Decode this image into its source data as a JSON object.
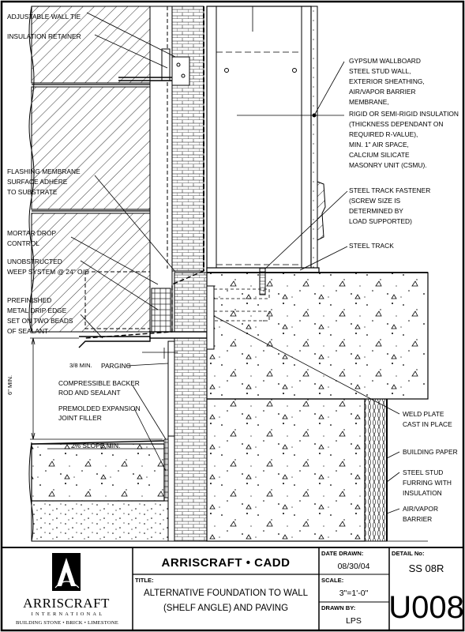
{
  "labels_left": [
    "ADJUSTABLE WALL TIE",
    "INSULATION RETAINER",
    "FLASHING MEMBRANE",
    "SURFACE ADHERE",
    "TO SUBSTRATE",
    "MORTAR DROP",
    "CONTROL",
    "UNOBSTRUCTED",
    "WEEP SYSTEM @ 24\" O/C",
    "PREFINISHED",
    "METAL DRIP EDGE",
    "SET ON TWO BEADS",
    "OF SEALANT",
    "PARGING",
    "COMPRESSIBLE BACKER",
    "ROD AND SEALANT",
    "PREMOLDED EXPANSION",
    "JOINT FILLER"
  ],
  "labels_right": [
    "GYPSUM WALLBOARD",
    "STEEL STUD WALL,",
    "EXTERIOR SHEATHING,",
    "AIR/VAPOR BARRIER",
    "MEMBRANE,",
    "RIGID OR SEMI-RIGID INSULATION",
    "(THICKNESS DEPENDANT ON",
    "REQUIRED R-VALUE),",
    "MIN. 1\" AIR SPACE,",
    "CALCIUM SILICATE",
    "MASONRY UNIT (CSMU).",
    "STEEL TRACK FASTENER",
    "(SCREW SIZE IS",
    "DETERMINED BY",
    "LOAD SUPPORTED)",
    "STEEL TRACK",
    "WELD PLATE",
    "CAST IN PLACE",
    "BUILDING PAPER",
    "STEEL STUD",
    "FURRING WITH",
    "INSULATION",
    "AIR/VAPOR",
    "BARRIER"
  ],
  "dimensions": {
    "min_gap": "3/8 MIN.",
    "height_min": "6\" MIN.",
    "slope": "2% SLOPE MIN."
  },
  "title_block": {
    "brand": "ARRISCRAFT • CADD",
    "title_label": "TITLE:",
    "title_line1": "ALTERNATIVE FOUNDATION TO WALL",
    "title_line2": "(SHELF ANGLE) AND PAVING",
    "date_label": "DATE DRAWN:",
    "date": "08/30/04",
    "scale_label": "SCALE:",
    "scale": "3\"=1'-0\"",
    "drawn_label": "DRAWN BY:",
    "drawn_by": "LPS",
    "detail_label": "DETAIL No:",
    "detail_code": "SS 08R",
    "detail_number": "U008"
  },
  "logo": {
    "word": "ARRISCRAFT",
    "sub": "INTERNATIONAL",
    "tagline": "BUILDING STONE • BRICK • LIMESTONE"
  }
}
